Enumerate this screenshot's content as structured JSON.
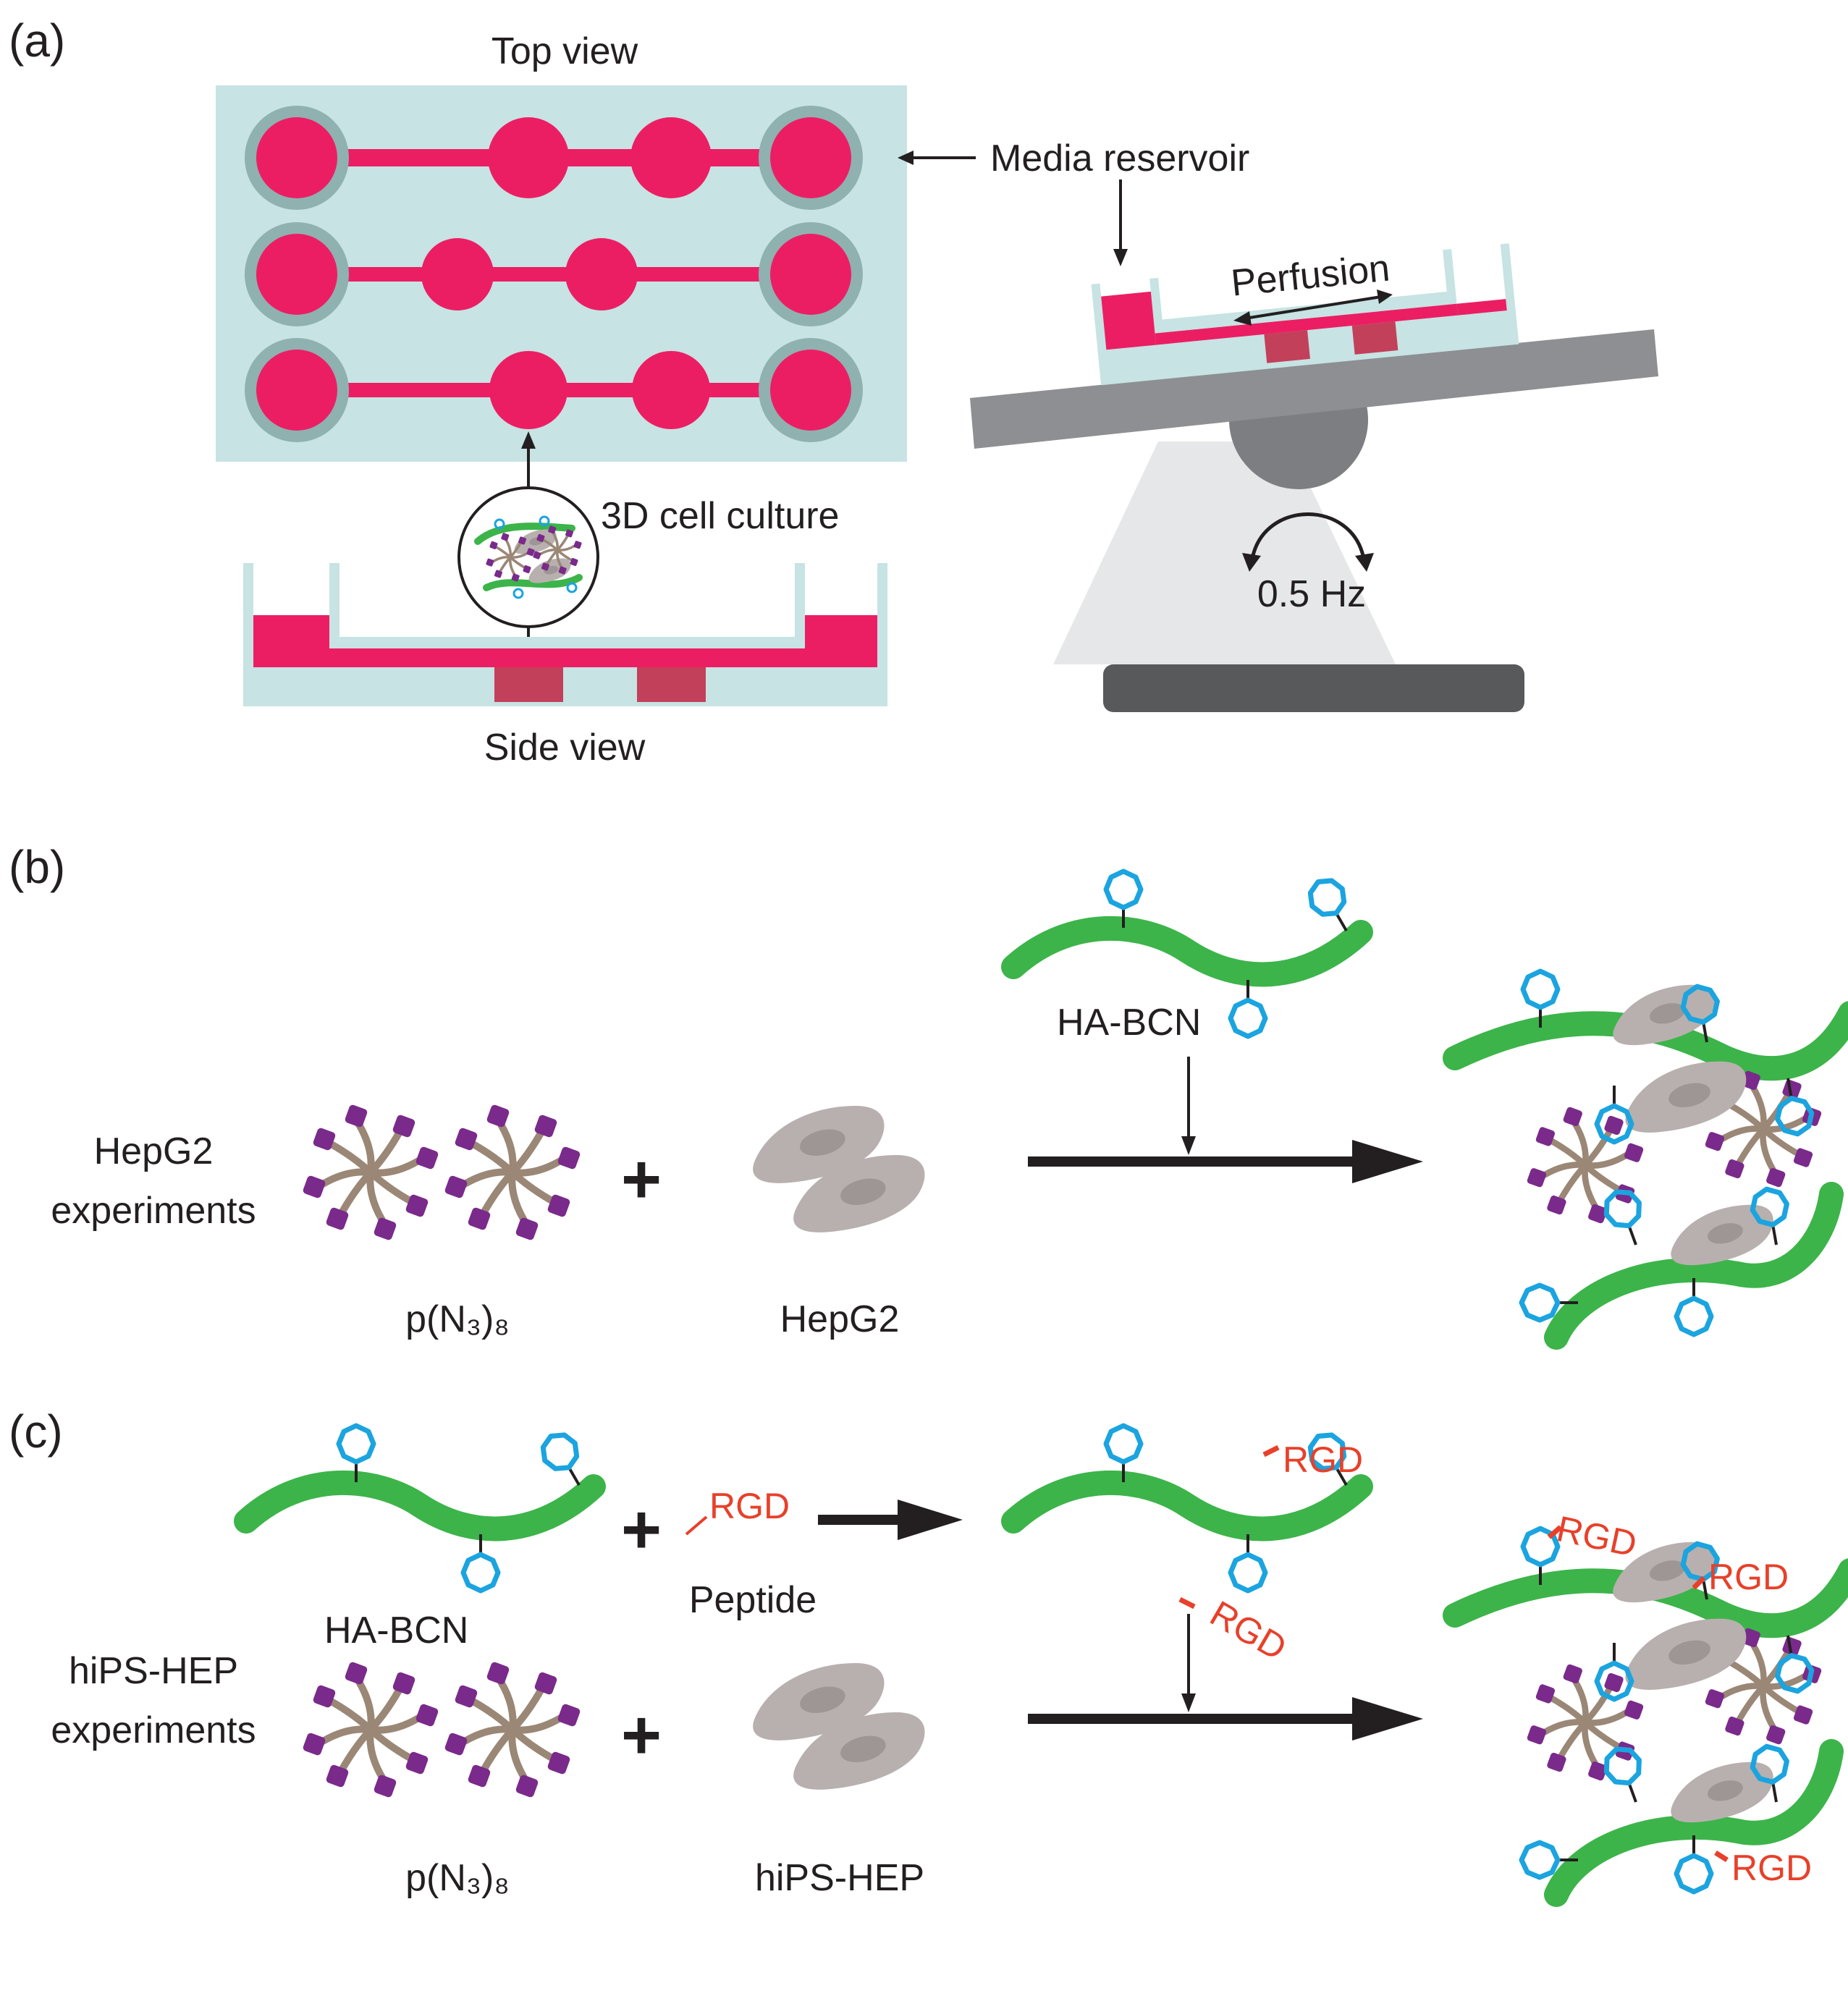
{
  "panel_a": {
    "label": "(a)",
    "top_view": "Top view",
    "side_view": "Side view",
    "media_reservoir": "Media reservoir",
    "perfusion": "Perfusion",
    "culture": "3D cell culture",
    "frequency": "0.5 Hz"
  },
  "panel_b": {
    "label": "(b)",
    "experiment": [
      "HepG2",
      "experiments"
    ],
    "crosslinker": "p(N₃)₈",
    "cells": "HepG2",
    "polymer": "HA-BCN",
    "plus": "+"
  },
  "panel_c": {
    "label": "(c)",
    "experiment": [
      "hiPS-HEP",
      "experiments"
    ],
    "polymer": "HA-BCN",
    "peptide_tag": "RGD",
    "peptide": "Peptide",
    "crosslinker": "p(N₃)₈",
    "cells": "hiPS-HEP",
    "plus": "+"
  },
  "colors": {
    "chip": "#c7e3e3",
    "reservoir_ring": "#8fb1b0",
    "media": "#ec1e63",
    "culture_chamber": "#c3405a",
    "rocker_plate": "#8e8f93",
    "rocker_pivot": "#7d7e82",
    "base": "#58595b",
    "stand": "#e6e7e9",
    "hyaluronic_acid": "#3cb44a",
    "bcn": "#1ba4df",
    "peg_arm": "#9b8776",
    "azide": "#7a2a8a",
    "cell": "#b8b0ae",
    "rgd": "#e8402a",
    "arrow": "#231f20"
  }
}
